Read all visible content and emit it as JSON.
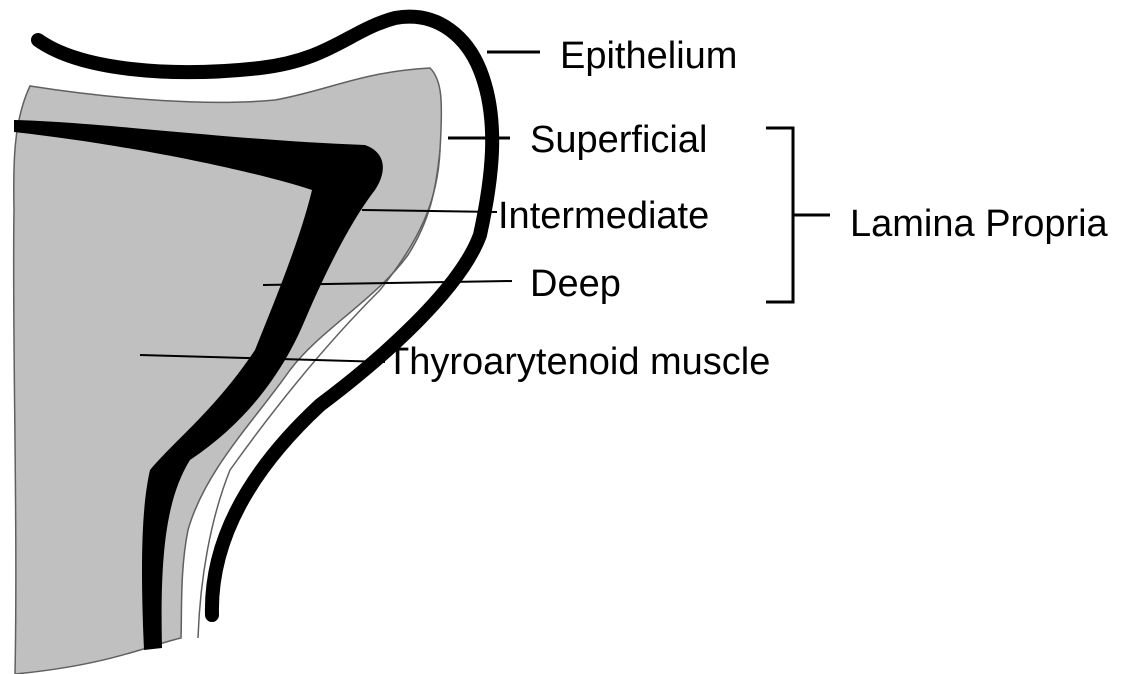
{
  "labels": {
    "epithelium": "Epithelium",
    "superficial": "Superficial",
    "intermediate": "Intermediate",
    "lamina_propria": "Lamina Propria",
    "deep": "Deep",
    "thyroarytenoid": "Thyroarytenoid muscle"
  },
  "colors": {
    "tissue_fill": "#c0c0c0",
    "layer_dark": "#000000",
    "background": "#ffffff"
  }
}
